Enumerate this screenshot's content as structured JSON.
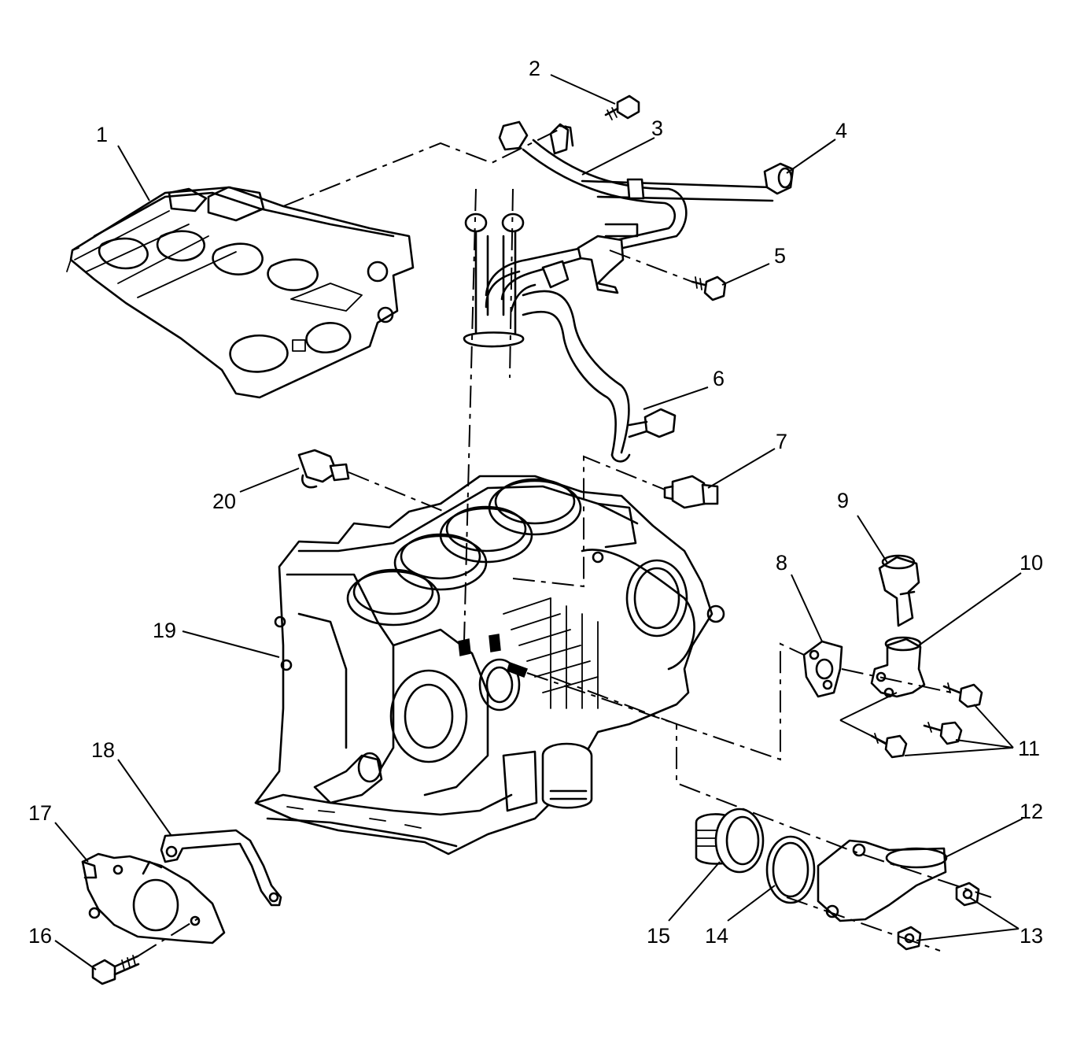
{
  "callouts": [
    {
      "id": "1",
      "label": "1"
    },
    {
      "id": "2",
      "label": "2"
    },
    {
      "id": "3",
      "label": "3"
    },
    {
      "id": "4",
      "label": "4"
    },
    {
      "id": "5",
      "label": "5"
    },
    {
      "id": "6",
      "label": "6"
    },
    {
      "id": "7",
      "label": "7"
    },
    {
      "id": "8",
      "label": "8"
    },
    {
      "id": "9",
      "label": "9"
    },
    {
      "id": "10",
      "label": "10"
    },
    {
      "id": "11",
      "label": "11"
    },
    {
      "id": "12",
      "label": "12"
    },
    {
      "id": "13",
      "label": "13"
    },
    {
      "id": "14",
      "label": "14"
    },
    {
      "id": "15",
      "label": "15"
    },
    {
      "id": "16",
      "label": "16"
    },
    {
      "id": "17",
      "label": "17"
    },
    {
      "id": "18",
      "label": "18"
    },
    {
      "id": "19",
      "label": "19"
    },
    {
      "id": "20",
      "label": "20"
    }
  ],
  "colors": {
    "line": "#000000",
    "background": "#ffffff"
  }
}
